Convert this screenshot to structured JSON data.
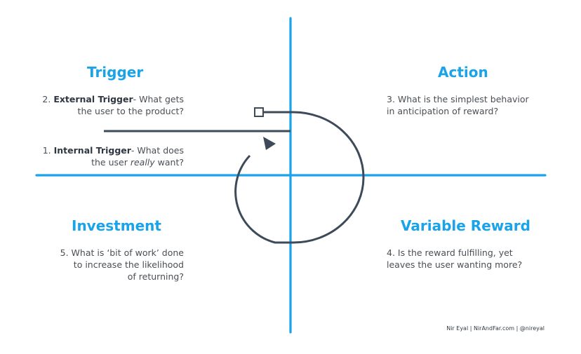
{
  "quadrants": {
    "trigger": {
      "title": "Trigger",
      "external": {
        "number": "2.",
        "label": "External Trigger",
        "text_line1": "- What gets",
        "text_line2": "the user to the product?"
      },
      "internal": {
        "number": "1.",
        "label": "Internal Trigger",
        "text_line1": "- What does",
        "text_line2_pre": "the user ",
        "text_line2_em": "really",
        "text_line2_post": " want?"
      }
    },
    "action": {
      "title": "Action",
      "line1": "3. What is the simplest behavior",
      "line2": "in anticipation of reward?"
    },
    "investment": {
      "title": "Investment",
      "line1": "5. What is ‘bit of work’ done",
      "line2": "to increase the likelihood",
      "line3": "of returning?"
    },
    "reward": {
      "title": "Variable Reward",
      "line1": "4. Is the reward fulfilling, yet",
      "line2": "leaves the user wanting more?"
    }
  },
  "credit": "Nir Eyal | NirAndFar.com | @nireyal",
  "colors": {
    "axis": "#1aa3e8",
    "loop": "#3d4a5a",
    "heading": "#1aa3e8",
    "text": "#4a4f55"
  }
}
